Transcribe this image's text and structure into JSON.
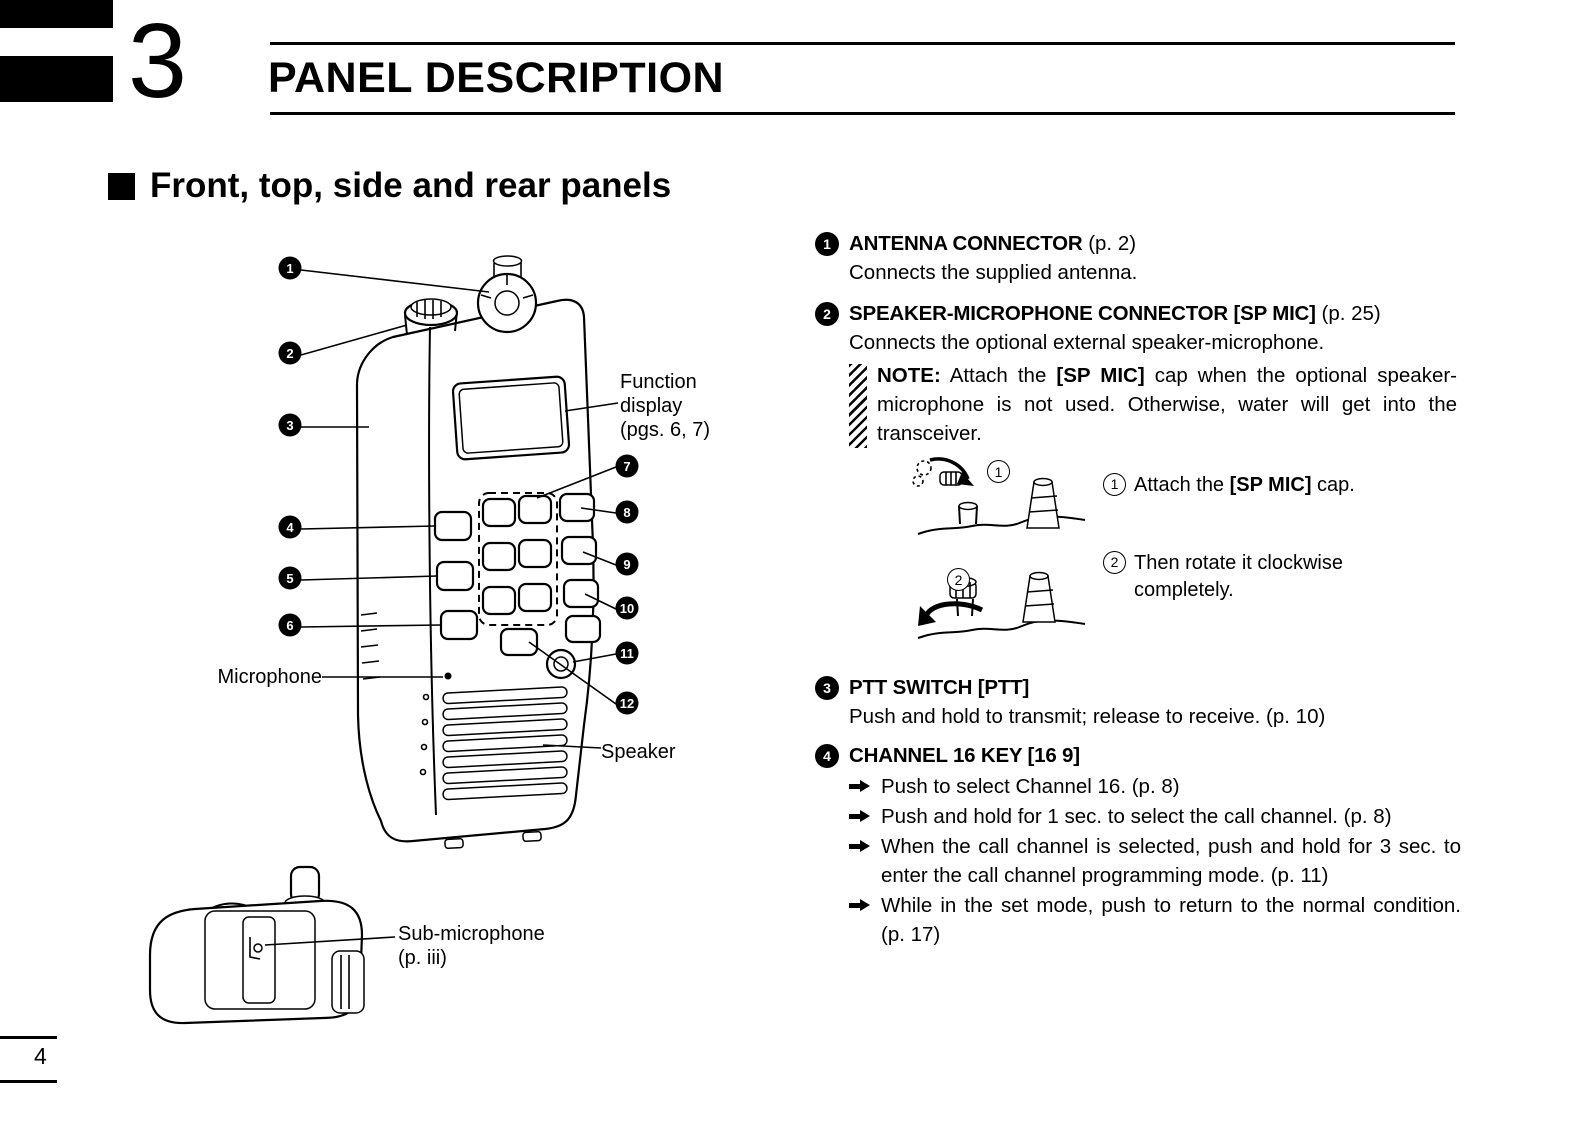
{
  "header": {
    "chapter_number": "3",
    "title": "PANEL DESCRIPTION"
  },
  "section": {
    "title": "Front, top, side and rear panels"
  },
  "footer": {
    "page_number": "4"
  },
  "diagram": {
    "callouts": [
      "1",
      "2",
      "3",
      "4",
      "5",
      "6",
      "7",
      "8",
      "9",
      "10",
      "11",
      "12"
    ],
    "labels": {
      "function_display_line1": "Function",
      "function_display_line2": "display",
      "function_display_line3": "(pgs. 6, 7)",
      "microphone": "Microphone",
      "speaker": "Speaker",
      "sub_microphone_line1": "Sub-microphone",
      "sub_microphone_line2": "(p. iii)"
    }
  },
  "items": {
    "antenna": {
      "num": "1",
      "title": "ANTENNA CONNECTOR",
      "page_ref": " (p. 2)",
      "body": "Connects the supplied antenna."
    },
    "sp_mic": {
      "num": "2",
      "title": "SPEAKER-MICROPHONE CONNECTOR [SP MIC]",
      "page_ref": " (p. 25)",
      "body": "Connects the optional external speaker-microphone.",
      "note_label": "NOTE:",
      "note_seg1": " Attach the ",
      "note_bold": "[SP MIC]",
      "note_seg2": " cap when the optional speaker-microphone is not used. Otherwise, water will get into the transceiver."
    },
    "cap_steps": {
      "step1_num": "1",
      "step1_seg1": "Attach the ",
      "step1_bold": "[SP MIC]",
      "step1_seg2": " cap.",
      "step2_num": "2",
      "step2_text": "Then rotate it clockwise completely."
    },
    "ptt": {
      "num": "3",
      "title": "PTT SWITCH [PTT]",
      "body": "Push and hold to transmit; release to receive. (p. 10)"
    },
    "ch16": {
      "num": "4",
      "title": "CHANNEL 16 KEY [16 9]",
      "bullets": [
        "Push to select Channel 16. (p. 8)",
        "Push and hold for 1 sec. to select the call channel. (p. 8)",
        "When the call channel is selected, push and hold for 3 sec. to enter the call channel programming mode. (p. 11)",
        "While in the set mode, push to return to the normal condition. (p. 17)"
      ]
    }
  }
}
